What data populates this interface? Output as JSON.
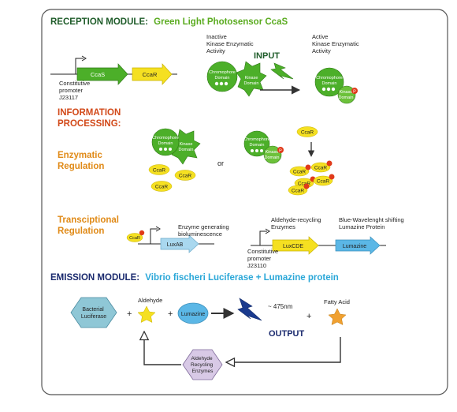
{
  "reception": {
    "title_prefix": "RECEPTION MODULE:",
    "title_suffix": "Green Light Photosensor CcaS",
    "gene_ccas": "CcaS",
    "gene_ccar": "CcaR",
    "promoter_line1": "Constitutive",
    "promoter_line2": "promoter",
    "promoter_line3": "J23117",
    "inactive_line1": "Inactive",
    "inactive_line2": "Kinase Enzymatic",
    "inactive_line3": "Activity",
    "active_line1": "Active",
    "active_line2": "Kinase Enzymatic",
    "active_line3": "Activity",
    "input_label": "INPUT",
    "chromophore_line1": "Chromophore",
    "chromophore_line2": "Domain",
    "kinase_line1": "Kinase",
    "kinase_line2": "Domain",
    "phospho": "P"
  },
  "processing": {
    "title_line1": "INFORMATION",
    "title_line2": "PROCESSING:",
    "enzymatic_line1": "Enzymatic",
    "enzymatic_line2": "Regulation",
    "or_label": "or",
    "ccar": "CcaR",
    "transcriptional_line1": "Transciptional",
    "transcriptional_line2": "Regulation",
    "enzyme_gen_line1": "Enzyme generating",
    "enzyme_gen_line2": "bioluminescence",
    "luxab": "LuxAB",
    "aldehyde_rec_line1": "Aldehyde-recycling",
    "aldehyde_rec_line2": "Enzymes",
    "blue_shift_line1": "Blue-Wavelenght shifting",
    "blue_shift_line2": "Lumazine Protein",
    "luxcde": "LuxCDE",
    "lumazine": "Lumazine",
    "promoter2_line1": "Constitutive",
    "promoter2_line2": "promoter",
    "promoter2_line3": "J23110"
  },
  "emission": {
    "title_prefix": "EMISSION MODULE:",
    "title_suffix": "Vibrio fischeri Luciferase + Lumazine protein",
    "bacterial_line1": "Bacterial",
    "bacterial_line2": "Luciferase",
    "plus": "+",
    "aldehyde": "Aldehyde",
    "lumazine": "Lumazine",
    "wavelength": "~ 475nm",
    "fatty_acid": "Fatty Acid",
    "output_label": "OUTPUT",
    "recycling_line1": "Aldehyde",
    "recycling_line2": "Recycling",
    "recycling_line3": "Enzymes"
  },
  "colors": {
    "reception_title": "#1f5c2a",
    "green_accent": "#5aab1f",
    "processing_red": "#d24a1a",
    "processing_orange": "#e08a17",
    "emission_navy": "#1a2a6e",
    "emission_cyan": "#2aa7d8",
    "gene_green": "#4caf29",
    "gene_yellow": "#f5e021",
    "lumazine_blue": "#5bb7e6",
    "phospho_red": "#e03a1a"
  }
}
